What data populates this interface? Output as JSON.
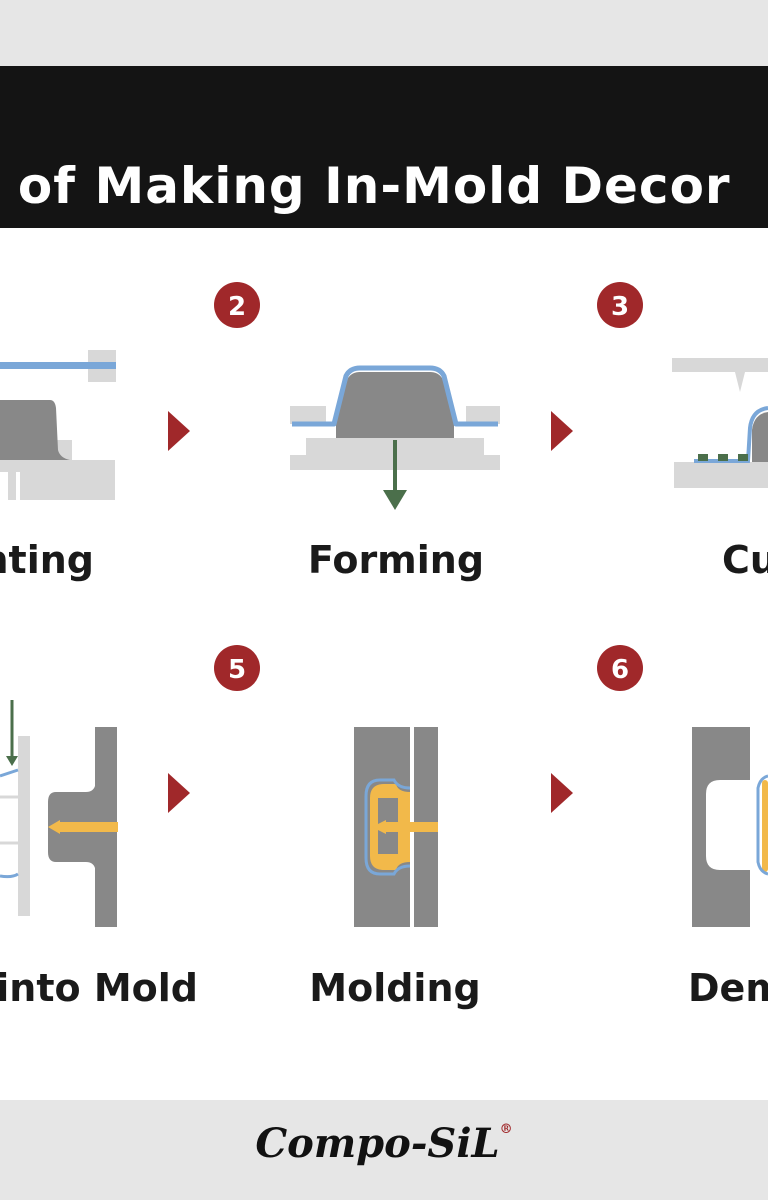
{
  "title": "ss of Making In-Mold Decor",
  "steps": [
    {
      "number": "",
      "label": "nting"
    },
    {
      "number": "2",
      "label": "Forming"
    },
    {
      "number": "3",
      "label": "Cu"
    },
    {
      "number": "",
      "label": "n into Mold"
    },
    {
      "number": "5",
      "label": "Molding"
    },
    {
      "number": "6",
      "label": "Dem"
    }
  ],
  "brand": {
    "name": "Compo-SiL",
    "mark": "®"
  },
  "colors": {
    "badge": "#a0282a",
    "arrow": "#a0282a",
    "film": "#7aa7d8",
    "mold_dark": "#888888",
    "mold_light": "#d8d8d8",
    "resin": "#f2b94a",
    "green_arrow": "#4b6f4b"
  }
}
